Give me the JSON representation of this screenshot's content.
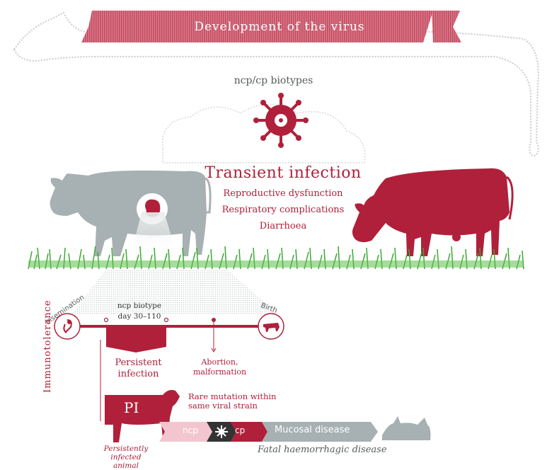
{
  "banner": {
    "title": "Development of the virus"
  },
  "biotypes": "ncp/cp biotypes",
  "transient": {
    "title": "Transient infection",
    "items": [
      "Reproductive dysfunction",
      "Respiratory complications",
      "Diarrhoea"
    ]
  },
  "timeline": {
    "insemination": "Insemination",
    "birth": "Birth",
    "ncp_line1": "ncp biotype",
    "ncp_line2": "day 30–110",
    "persistent": "Persistent infection",
    "abortion": "Abortion, malformation"
  },
  "immunotolerance": "Immunotolerance",
  "pi": {
    "label": "PI",
    "caption": "Persistently infected animal"
  },
  "mutation": "Rare mutation within same viral strain",
  "arrow": {
    "ncp": "ncp",
    "cp": "cp",
    "mucosal": "Mucosal disease"
  },
  "fatal": "Fatal haemorrhagic disease",
  "colors": {
    "red": "#b0203a",
    "grey": "#a7b0b2",
    "dark": "#333333",
    "grass": "#3aa832"
  }
}
